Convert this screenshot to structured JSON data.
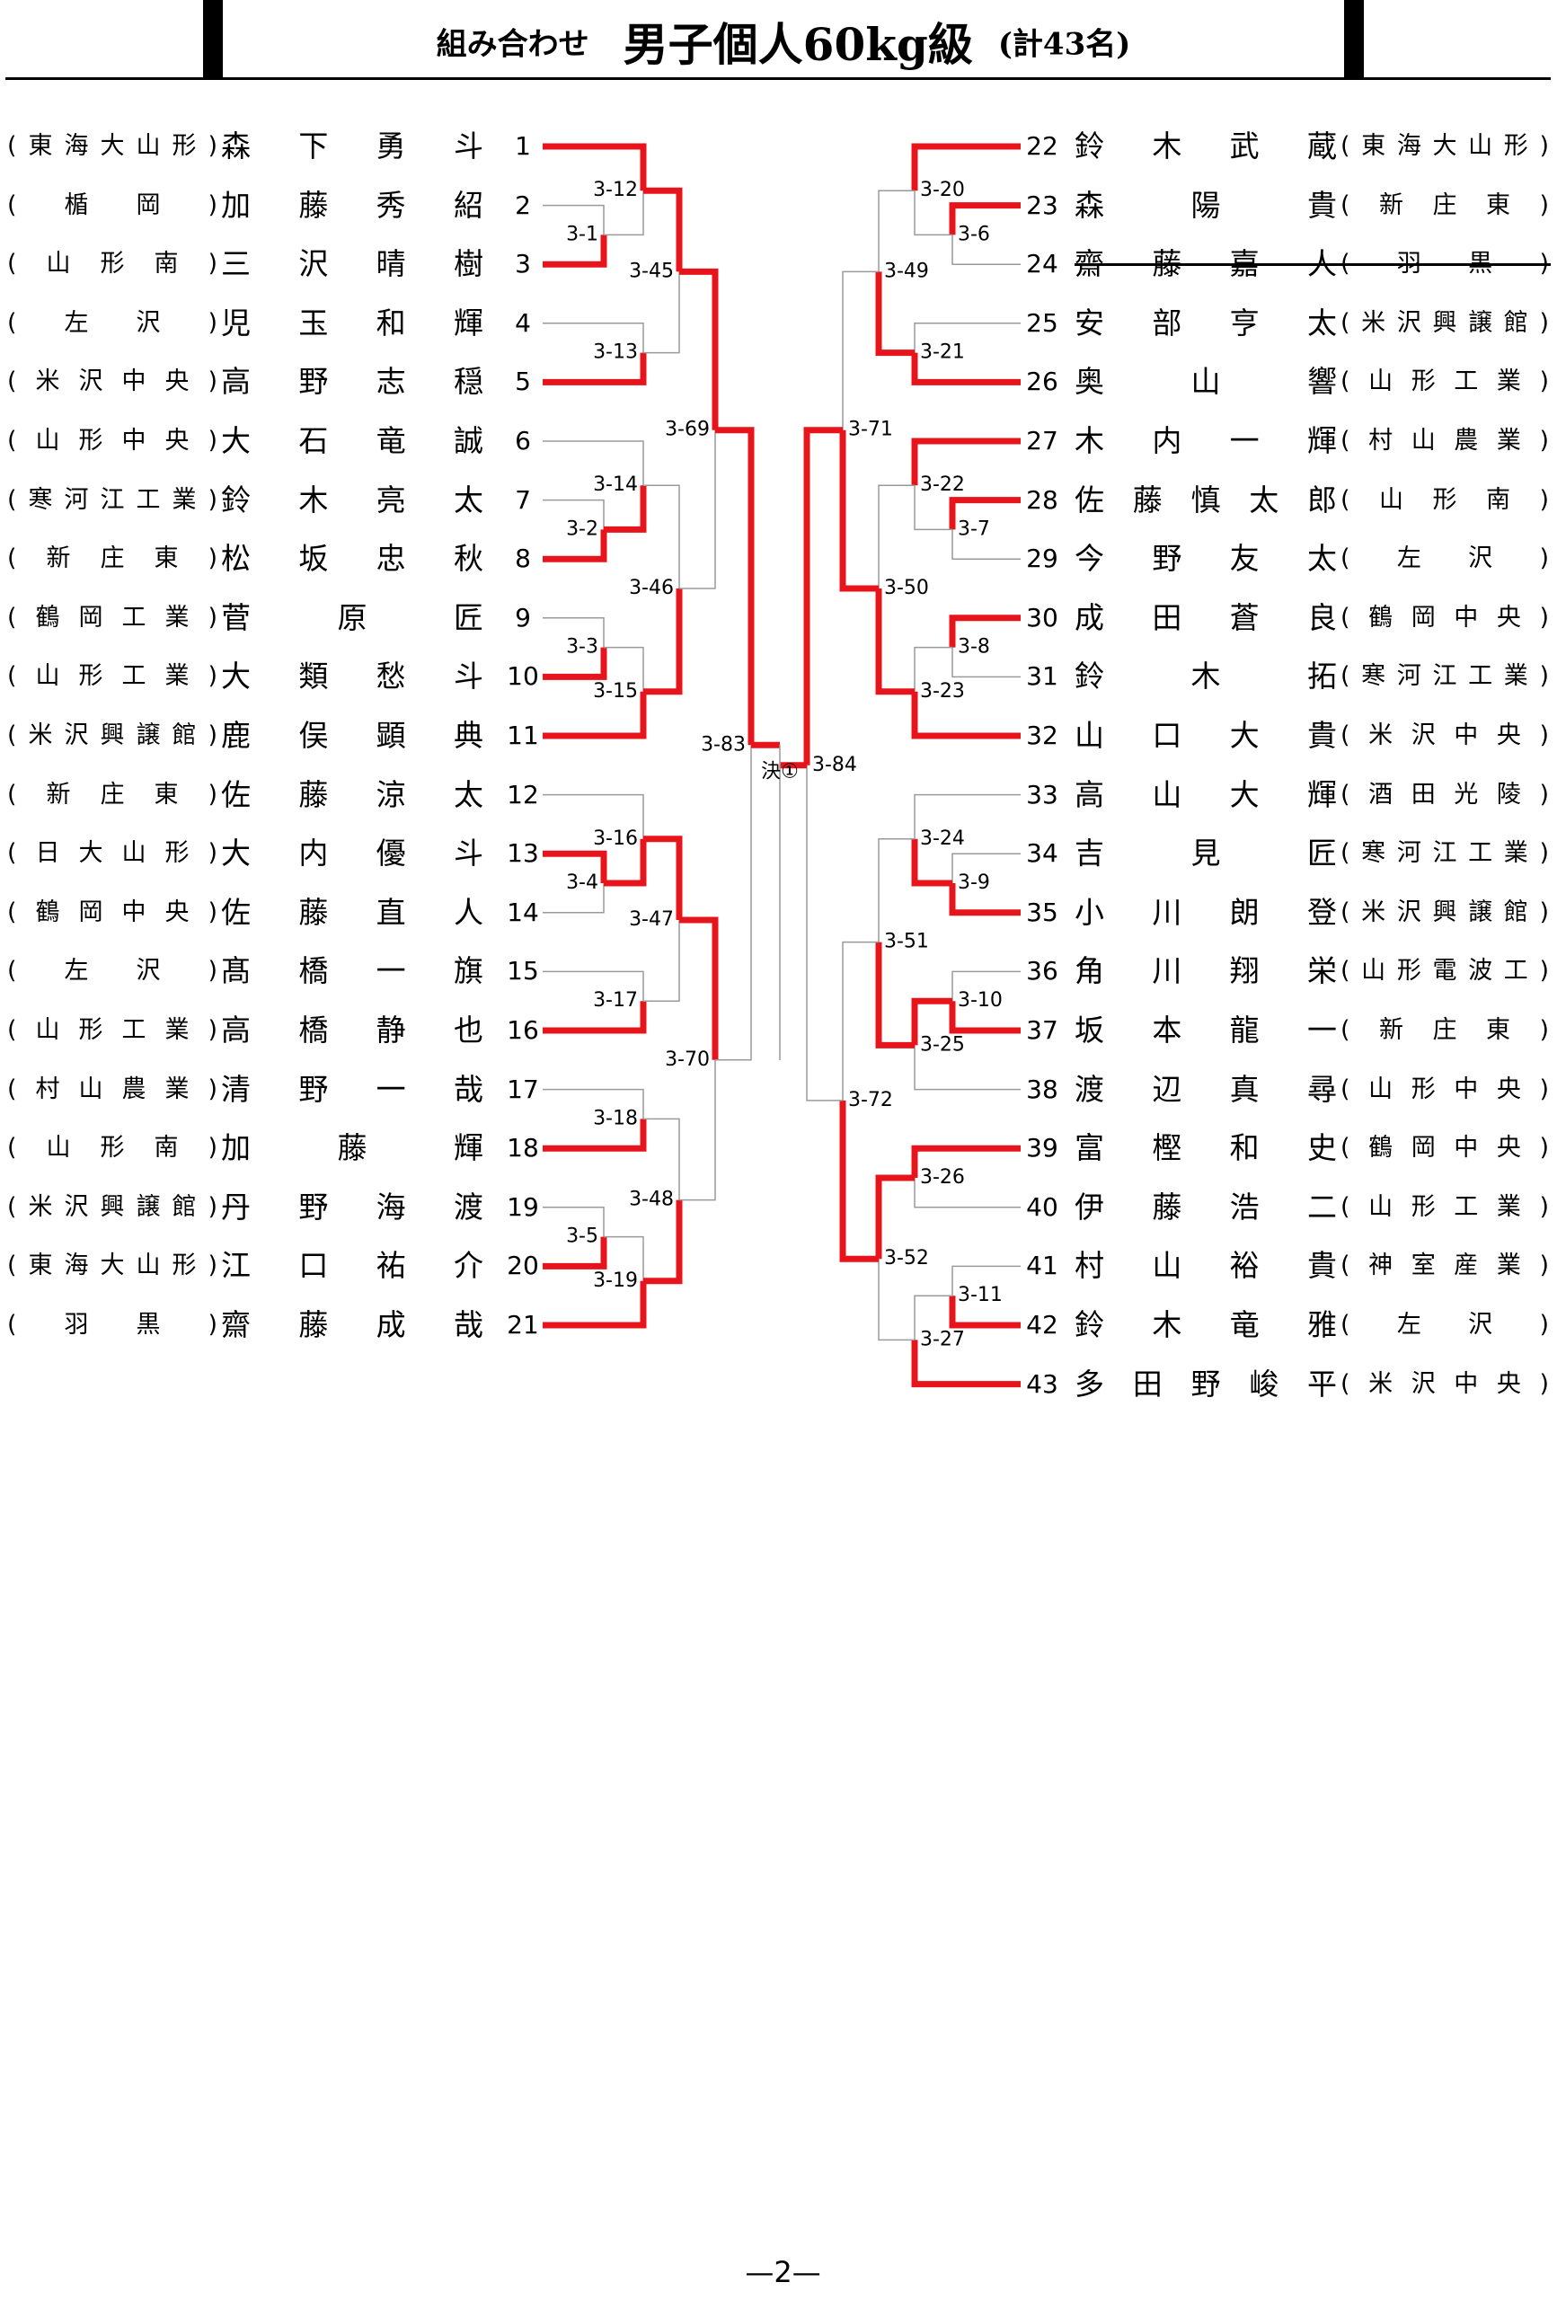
{
  "header": {
    "subtitle": "組み合わせ",
    "title": "男子個人60kg級",
    "count": "(計43名)"
  },
  "left_entries": [
    {
      "num": "1",
      "name": "森下勇斗",
      "school": "(東海大山形)"
    },
    {
      "num": "2",
      "name": "加藤秀紹",
      "school": "(楯岡)"
    },
    {
      "num": "3",
      "name": "三沢晴樹",
      "school": "(山形南)"
    },
    {
      "num": "4",
      "name": "児玉和輝",
      "school": "(左沢)"
    },
    {
      "num": "5",
      "name": "高野志穏",
      "school": "(米沢中央)"
    },
    {
      "num": "6",
      "name": "大石竜誠",
      "school": "(山形中央)"
    },
    {
      "num": "7",
      "name": "鈴木亮太",
      "school": "(寒河江工業)"
    },
    {
      "num": "8",
      "name": "松坂忠秋",
      "school": "(新庄東)"
    },
    {
      "num": "9",
      "name": "菅原匠",
      "school": "(鶴岡工業)"
    },
    {
      "num": "10",
      "name": "大類愁斗",
      "school": "(山形工業)"
    },
    {
      "num": "11",
      "name": "鹿俣顕典",
      "school": "(米沢興譲館)"
    },
    {
      "num": "12",
      "name": "佐藤涼太",
      "school": "(新庄東)"
    },
    {
      "num": "13",
      "name": "大内優斗",
      "school": "(日大山形)"
    },
    {
      "num": "14",
      "name": "佐藤直人",
      "school": "(鶴岡中央)"
    },
    {
      "num": "15",
      "name": "髙橋一旗",
      "school": "(左沢)"
    },
    {
      "num": "16",
      "name": "高橋静也",
      "school": "(山形工業)"
    },
    {
      "num": "17",
      "name": "清野一哉",
      "school": "(村山農業)"
    },
    {
      "num": "18",
      "name": "加藤輝",
      "school": "(山形南)"
    },
    {
      "num": "19",
      "name": "丹野海渡",
      "school": "(米沢興譲館)"
    },
    {
      "num": "20",
      "name": "江口祐介",
      "school": "(東海大山形)"
    },
    {
      "num": "21",
      "name": "齋藤成哉",
      "school": "(羽黒)"
    }
  ],
  "right_entries": [
    {
      "num": "22",
      "name": "鈴木武蔵",
      "school": "(東海大山形)"
    },
    {
      "num": "23",
      "name": "森陽貴",
      "school": "(新庄東)"
    },
    {
      "num": "24",
      "name": "齋藤嘉人",
      "school": "(羽黒)",
      "withdrawn": true
    },
    {
      "num": "25",
      "name": "安部亨太",
      "school": "(米沢興譲館)"
    },
    {
      "num": "26",
      "name": "奥山響",
      "school": "(山形工業)"
    },
    {
      "num": "27",
      "name": "木内一輝",
      "school": "(村山農業)"
    },
    {
      "num": "28",
      "name": "佐藤慎太郎",
      "school": "(山形南)"
    },
    {
      "num": "29",
      "name": "今野友太",
      "school": "(左沢)"
    },
    {
      "num": "30",
      "name": "成田蒼良",
      "school": "(鶴岡中央)"
    },
    {
      "num": "31",
      "name": "鈴木拓",
      "school": "(寒河江工業)"
    },
    {
      "num": "32",
      "name": "山口大貴",
      "school": "(米沢中央)"
    },
    {
      "num": "33",
      "name": "高山大輝",
      "school": "(酒田光陵)"
    },
    {
      "num": "34",
      "name": "吉見匠",
      "school": "(寒河江工業)"
    },
    {
      "num": "35",
      "name": "小川朗登",
      "school": "(米沢興譲館)"
    },
    {
      "num": "36",
      "name": "角川翔栄",
      "school": "(山形電波工)"
    },
    {
      "num": "37",
      "name": "坂本龍一",
      "school": "(新庄東)"
    },
    {
      "num": "38",
      "name": "渡辺真尋",
      "school": "(山形中央)"
    },
    {
      "num": "39",
      "name": "富樫和史",
      "school": "(鶴岡中央)"
    },
    {
      "num": "40",
      "name": "伊藤浩二",
      "school": "(山形工業)"
    },
    {
      "num": "41",
      "name": "村山裕貴",
      "school": "(神室産業)"
    },
    {
      "num": "42",
      "name": "鈴木竜雅",
      "school": "(左沢)"
    },
    {
      "num": "43",
      "name": "多田野峻平",
      "school": "(米沢中央)"
    }
  ],
  "matches": {
    "m1": "3-1",
    "m2": "3-2",
    "m3": "3-3",
    "m4": "3-4",
    "m5": "3-5",
    "m6": "3-6",
    "m7": "3-7",
    "m8": "3-8",
    "m9": "3-9",
    "m10": "3-10",
    "m11": "3-11",
    "m12": "3-12",
    "m13": "3-13",
    "m14": "3-14",
    "m15": "3-15",
    "m16": "3-16",
    "m17": "3-17",
    "m18": "3-18",
    "m19": "3-19",
    "m20": "3-20",
    "m21": "3-21",
    "m22": "3-22",
    "m23": "3-23",
    "m24": "3-24",
    "m25": "3-25",
    "m26": "3-26",
    "m27": "3-27",
    "m45": "3-45",
    "m46": "3-46",
    "m47": "3-47",
    "m48": "3-48",
    "m49": "3-49",
    "m50": "3-50",
    "m51": "3-51",
    "m52": "3-52",
    "m69": "3-69",
    "m70": "3-70",
    "m71": "3-71",
    "m72": "3-72",
    "m83": "3-83",
    "m84": "3-84",
    "final": "決①"
  },
  "colors": {
    "winner_line": "#e8141c",
    "line": "#9a9a9a"
  },
  "footer": {
    "page": "—2—"
  }
}
